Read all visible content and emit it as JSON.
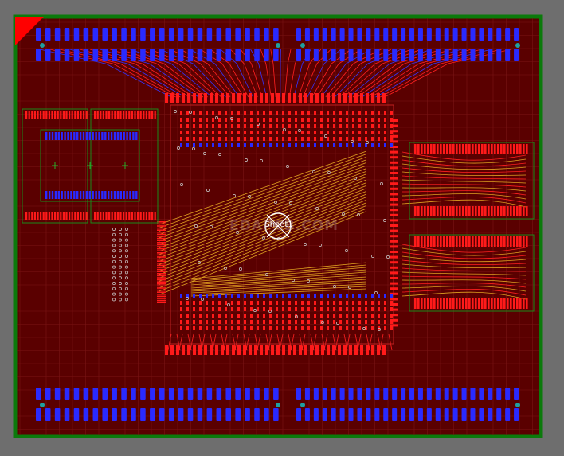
{
  "canvas": {
    "sheet_label": "Sheet1",
    "watermark": "EDAPCB.COM"
  },
  "colors": {
    "background": "#6e6e6e",
    "board_fill": "#5a0000",
    "board_outline": "#0b7a0b",
    "grid": "#7a1414",
    "top_pad": "#ff1a1a",
    "bottom_pad": "#2a2aff",
    "top_trace": "#ff2020",
    "bottom_trace": "#3434ff",
    "mid_trace": "#e0a020",
    "via": "#c8c8c8",
    "silkscreen": "#ffff00",
    "component_outline": "#1a8a1a",
    "corner_marker": "#ff0000"
  },
  "components": {
    "top_connector_left": "connector-pads-blue",
    "top_connector_right": "connector-pads-blue",
    "bottom_connector_left": "connector-pads-blue",
    "bottom_connector_right": "connector-pads-blue",
    "central_bga": "bga-chip",
    "left_module": "module-footprint",
    "right_connector_upper": "connector-pads-red",
    "right_connector_lower": "connector-pads-red",
    "left_via_array": "via-array"
  }
}
